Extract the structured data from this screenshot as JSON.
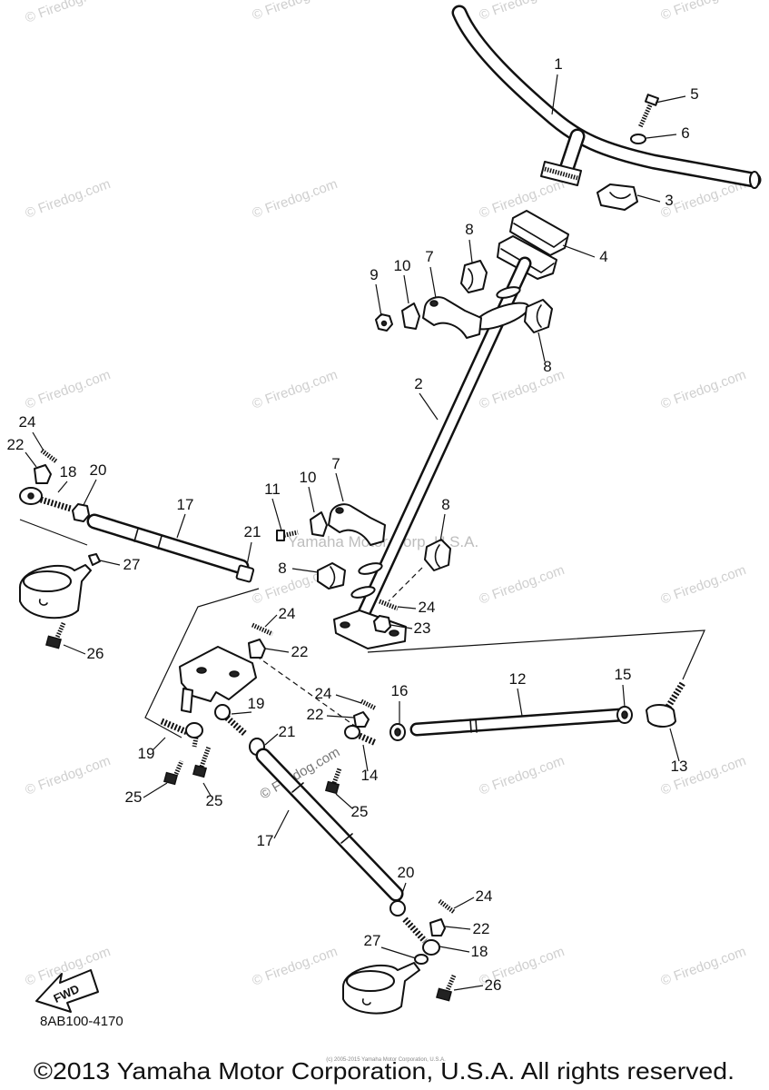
{
  "diagram": {
    "part_number": "8AB100-4170",
    "fwd_label": "FWD"
  },
  "callouts": [
    "1",
    "5",
    "6",
    "3",
    "8",
    "4",
    "9",
    "10",
    "7",
    "8",
    "2",
    "24",
    "22",
    "18",
    "20",
    "17",
    "11",
    "10",
    "7",
    "8",
    "21",
    "27",
    "8",
    "24",
    "23",
    "24",
    "22",
    "26",
    "15",
    "12",
    "24",
    "16",
    "22",
    "19",
    "21",
    "19",
    "14",
    "13",
    "25",
    "25",
    "25",
    "17",
    "20",
    "24",
    "22",
    "27",
    "18",
    "26"
  ],
  "watermarks": {
    "firedog": "© Firedog.com",
    "center": "Yamaha Motor Corp. U.S.A."
  },
  "footer": {
    "fine_print": "(c) 2005-2015 Yamaha Motor Corporation, U.S.A.",
    "copyright": "©2013 Yamaha Motor Corporation, U.S.A. All rights reserved."
  }
}
